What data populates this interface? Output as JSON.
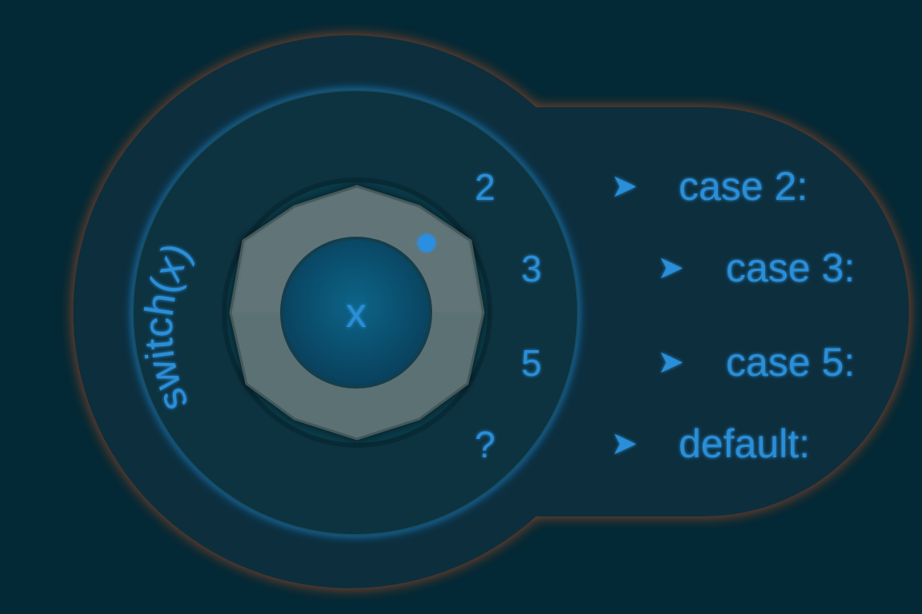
{
  "dial": {
    "center_label": "x",
    "title_prefix": "switch",
    "title_var": "x",
    "title_open": "(",
    "title_close": ")",
    "positions": [
      {
        "label": "2"
      },
      {
        "label": "3"
      },
      {
        "label": "5"
      },
      {
        "label": "?"
      }
    ]
  },
  "cases": [
    {
      "arrow": "➤",
      "label": "case 2:"
    },
    {
      "arrow": "➤",
      "label": "case 3:"
    },
    {
      "arrow": "➤",
      "label": "case 5:"
    },
    {
      "arrow": "➤",
      "label": "default:"
    }
  ],
  "colors": {
    "background": "#032836",
    "housing": "#082f3d",
    "housing_glow": "#a0451f",
    "ring": "#0a3341",
    "ring_glow": "#1e88d9",
    "accent": "#2a8ed8",
    "knob": "#5c7173",
    "hub": "#0a4d6e",
    "indicator": "#2b8fe2"
  }
}
